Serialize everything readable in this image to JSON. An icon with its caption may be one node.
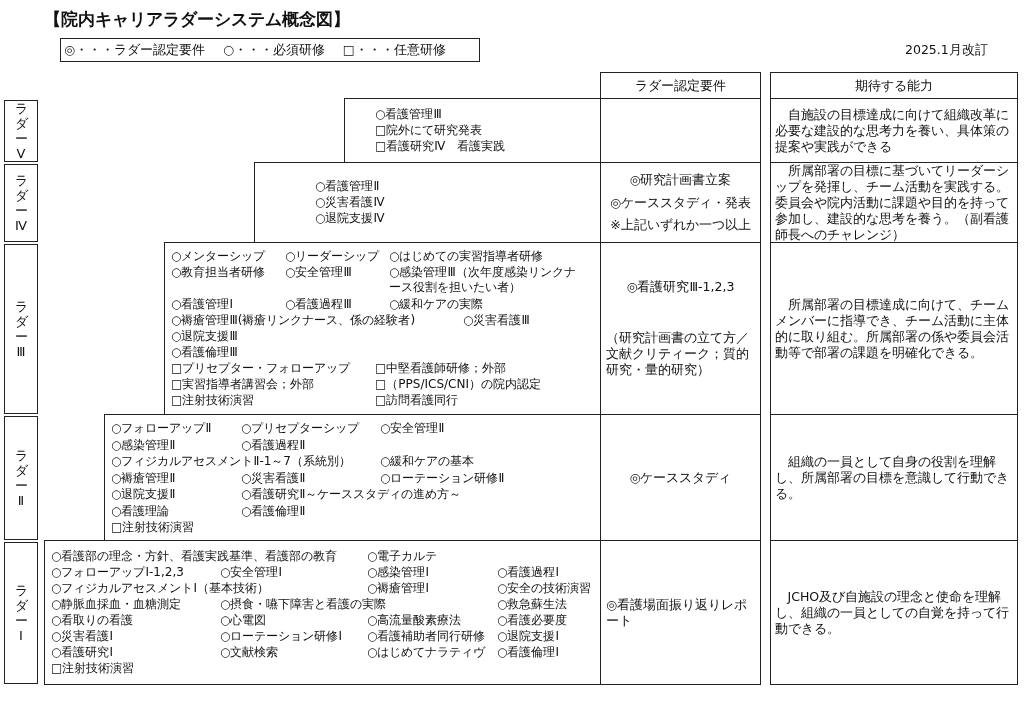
{
  "diagram": {
    "title": "【院内キャリアラダーシステム概念図】",
    "nodes": [
      {
        "text": [
          "◎・・・ラダー認定要件",
          "○・・・必須研修",
          "□・・・任意研修"
        ]
      },
      {
        "text": [
          "ラダー認定要件"
        ]
      },
      {
        "text": [
          "期待する能力"
        ]
      },
      {
        "text": [
          "ラダーⅤ"
        ]
      },
      {
        "text": [
          "○看護管理Ⅲ",
          "□院外にて研究発表",
          "□看護研究Ⅳ　看護実践"
        ]
      },
      {
        "text": [],
        "shape": "box"
      },
      {
        "text": [
          "自施設の目標達成に向けて組織改革に必要な建設的な思考力を養い、具体策の提案や実践ができる"
        ]
      },
      {
        "text": [
          "ラダーⅣ"
        ]
      },
      {
        "text": [
          "○看護管理Ⅱ",
          "○災害看護Ⅳ",
          "○退院支援Ⅳ"
        ]
      },
      {
        "text": [
          "◎研究計画書立案",
          "◎ケーススタディ・発表",
          "※上記いずれか一つ以上"
        ]
      },
      {
        "text": [
          "所属部署の目標に基づいてリーダーシップを発揮し、チーム活動を実践する。委員会や院内活動に課題や目的を持って参加し、建設的な思考を養う。（副看護師長へのチャレンジ）"
        ]
      },
      {
        "text": [
          "ラダーⅢ"
        ]
      },
      {
        "text": [
          "○メンターシップ",
          "○リーダーシップ",
          "○はじめての実習指導者研修",
          "○教育担当者研修",
          "○安全管理Ⅲ",
          "○感染管理Ⅲ（次年度感染リンクナース役割を担いたい者）",
          "○看護管理Ⅰ",
          "○看護過程Ⅲ",
          "○緩和ケアの実際",
          "○褥瘡管理Ⅲ(褥瘡リンクナース、係の経験者)",
          "○災害看護Ⅲ",
          "○退院支援Ⅲ",
          "○看護倫理Ⅲ",
          "□プリセプター・フォローアップ",
          "□中堅看護師研修；外部",
          "□実習指導者講習会；外部",
          "□（PPS/ICS/CNI）の院内認定",
          "□注射技術演習",
          "□訪問看護同行"
        ]
      },
      {
        "text": [
          "◎看護研究Ⅲ-1,2,3",
          "（研究計画書の立て方／文献クリティーク；質的研究・量的研究）"
        ]
      },
      {
        "text": [
          "所属部署の目標達成に向けて、チームメンバーに指導でき、チーム活動に主体的に取り組む。所属部署の係や委員会活動等で部署の課題を明確化できる。"
        ]
      },
      {
        "text": [
          "ラダーⅡ"
        ]
      },
      {
        "text": [
          "○フォローアップⅡ",
          "○プリセプターシップ",
          "○安全管理Ⅱ",
          "○感染管理Ⅱ",
          "○看護過程Ⅱ",
          "○フィジカルアセスメントⅡ-1～7（系統別）",
          "○緩和ケアの基本",
          "○褥瘡管理Ⅱ",
          "○災害看護Ⅱ",
          "○ローテーション研修Ⅱ",
          "○退院支援Ⅱ",
          "○看護研究Ⅱ～ケーススタディの進め方～",
          "○看護理論",
          "○看護倫理Ⅱ",
          "□注射技術演習"
        ]
      },
      {
        "text": [
          "◎ケーススタディ"
        ]
      },
      {
        "text": [
          "組織の一員として自身の役割を理解し、所属部署の目標を意識して行動できる。"
        ]
      },
      {
        "text": [
          "ラダーⅠ"
        ]
      },
      {
        "text": [
          "○看護部の理念・方針、看護実践基準、看護部の教育",
          "○電子カルテ",
          "○フォローアップⅠ-1,2,3",
          "○安全管理Ⅰ",
          "○感染管理Ⅰ",
          "○看護過程Ⅰ",
          "○フィジカルアセスメントⅠ（基本技術）",
          "○褥瘡管理Ⅰ",
          "○安全の技術演習",
          "○静脈血採血・血糖測定",
          "○摂食・嚥下障害と看護の実際",
          "○救急蘇生法",
          "○看取りの看護",
          "○心電図",
          "○高流量酸素療法",
          "○看護必要度",
          "○災害看護Ⅰ",
          "○ローテーション研修Ⅰ",
          "○看護補助者同行研修",
          "○退院支援Ⅰ",
          "○看護研究Ⅰ",
          "○文献検索",
          "○はじめてナラティヴ",
          "○看護倫理Ⅰ",
          "□注射技術演習"
        ]
      },
      {
        "text": [
          "◎看護場面振り返りレポート"
        ]
      },
      {
        "text": [
          "JCHO及び自施設の理念と使命を理解し、組織の一員としての自覚を持って行動できる。"
        ]
      }
    ],
    "labels": [
      "2025.1月改訂"
    ]
  }
}
